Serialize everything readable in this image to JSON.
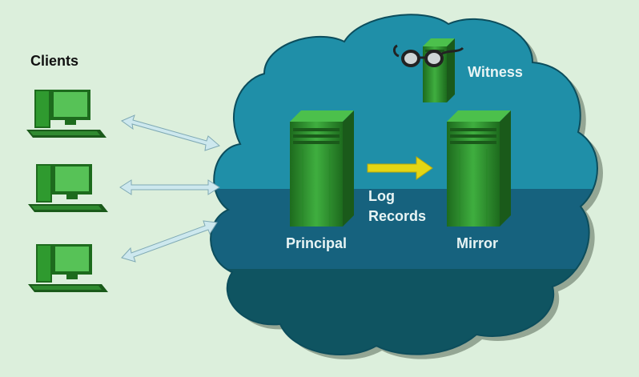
{
  "labels": {
    "clients": "Clients",
    "witness": "Witness",
    "principal": "Principal",
    "mirror": "Mirror",
    "log_line1": "Log",
    "log_line2": "Records"
  },
  "colors": {
    "background": "#dcefdc",
    "cloud_top": "#1f8fa8",
    "cloud_middle": "#16627e",
    "cloud_bottom": "#0f5461",
    "server_green": "#2f9a2f",
    "server_dark": "#1d6b1d",
    "monitor_screen": "#57c257",
    "connector": "#cde8ee",
    "arrow": "#e3d614"
  },
  "icons": [
    "desktop-computer-icon",
    "server-tower-icon",
    "eyeglasses-icon",
    "double-arrow-icon",
    "right-arrow-icon"
  ]
}
